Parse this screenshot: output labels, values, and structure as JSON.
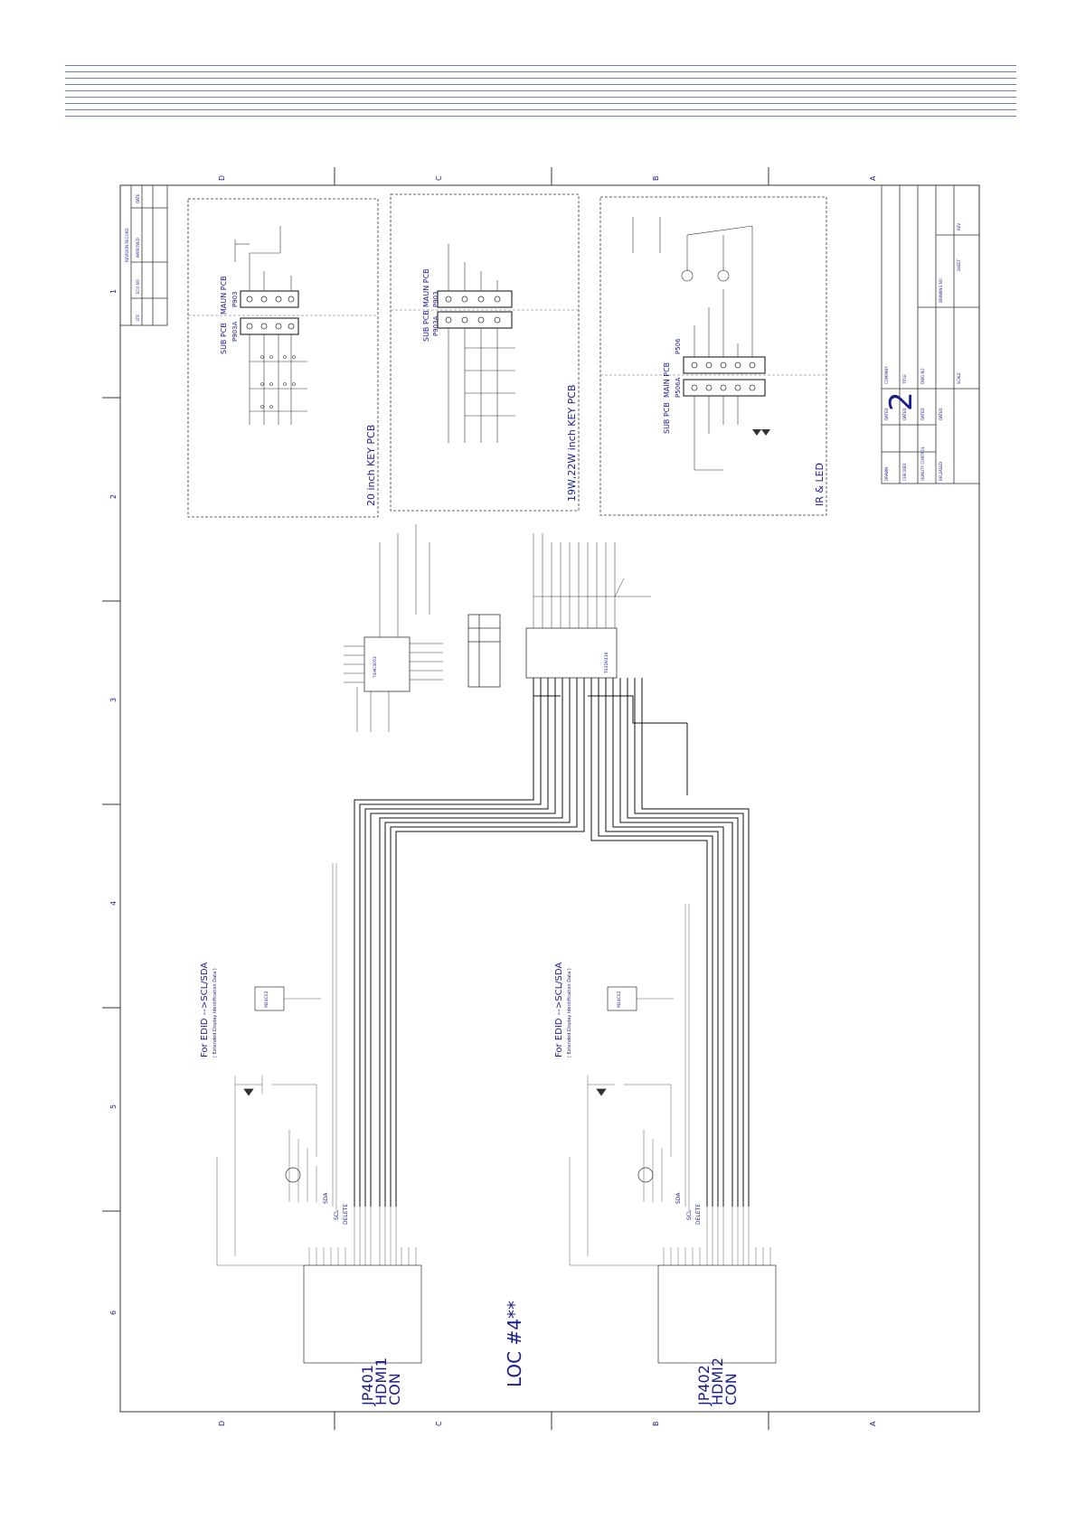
{
  "zone_letters": [
    "D",
    "C",
    "B",
    "A"
  ],
  "zone_numbers": [
    "1",
    "2",
    "3",
    "4",
    "5",
    "6"
  ],
  "blocks": {
    "key20": {
      "title": "20  inch KEY PCB",
      "sub_label": "SUB PCB",
      "main_label": "MAUN PCB",
      "conn_a": "P903A",
      "conn_b": "P903"
    },
    "key19": {
      "title": "19W,22W  inch KEY PCB",
      "sub_label": "SUB PCB",
      "main_label": "MAUN PCB",
      "conn_a": "P903A",
      "conn_b": "P903"
    },
    "irled": {
      "title": "IR & LED",
      "sub_label": "SUB PCB",
      "main_label": "MAIN PCB",
      "conn_a": "P506A",
      "conn_b": "P506"
    }
  },
  "hdmi": [
    {
      "jp": "JP401",
      "name": "HDMI1",
      "con": "CON",
      "edid": "For EDID  -->SCL/SDA",
      "edid_sub": "( Extended Display Identification Data )",
      "sda": "SDA",
      "scl": "SCL",
      "delete": "DELETE"
    },
    {
      "jp": "JP402",
      "name": "HDMI2",
      "con": "CON",
      "edid": "For EDID  -->SCL/SDA",
      "edid_sub": "( Extended Display Identification Data )",
      "sda": "SDA",
      "scl": "SCL",
      "delete": "DELETE"
    }
  ],
  "loc": "LOC  #4**",
  "title_block": {
    "sheet_number": "2",
    "labels": [
      "COMPANY",
      "TITLE",
      "DWG NO",
      "DRAWING NO",
      "REV",
      "SCALE",
      "SHEET",
      "DRAWN",
      "CHECKED",
      "QUALITY CONTROL",
      "RELEASED",
      "DATED",
      "DATED",
      "DATED",
      "DATED"
    ]
  },
  "revision_block": {
    "labels": [
      "REVISION RECORD",
      "LTR",
      "ECO NO",
      "APPROVED",
      "DATE"
    ]
  },
  "ic_labels": {
    "switch": "74HC4053",
    "mux": "TS3DV416",
    "eeprom1": "M24C02",
    "eeprom2": "M24C02"
  }
}
